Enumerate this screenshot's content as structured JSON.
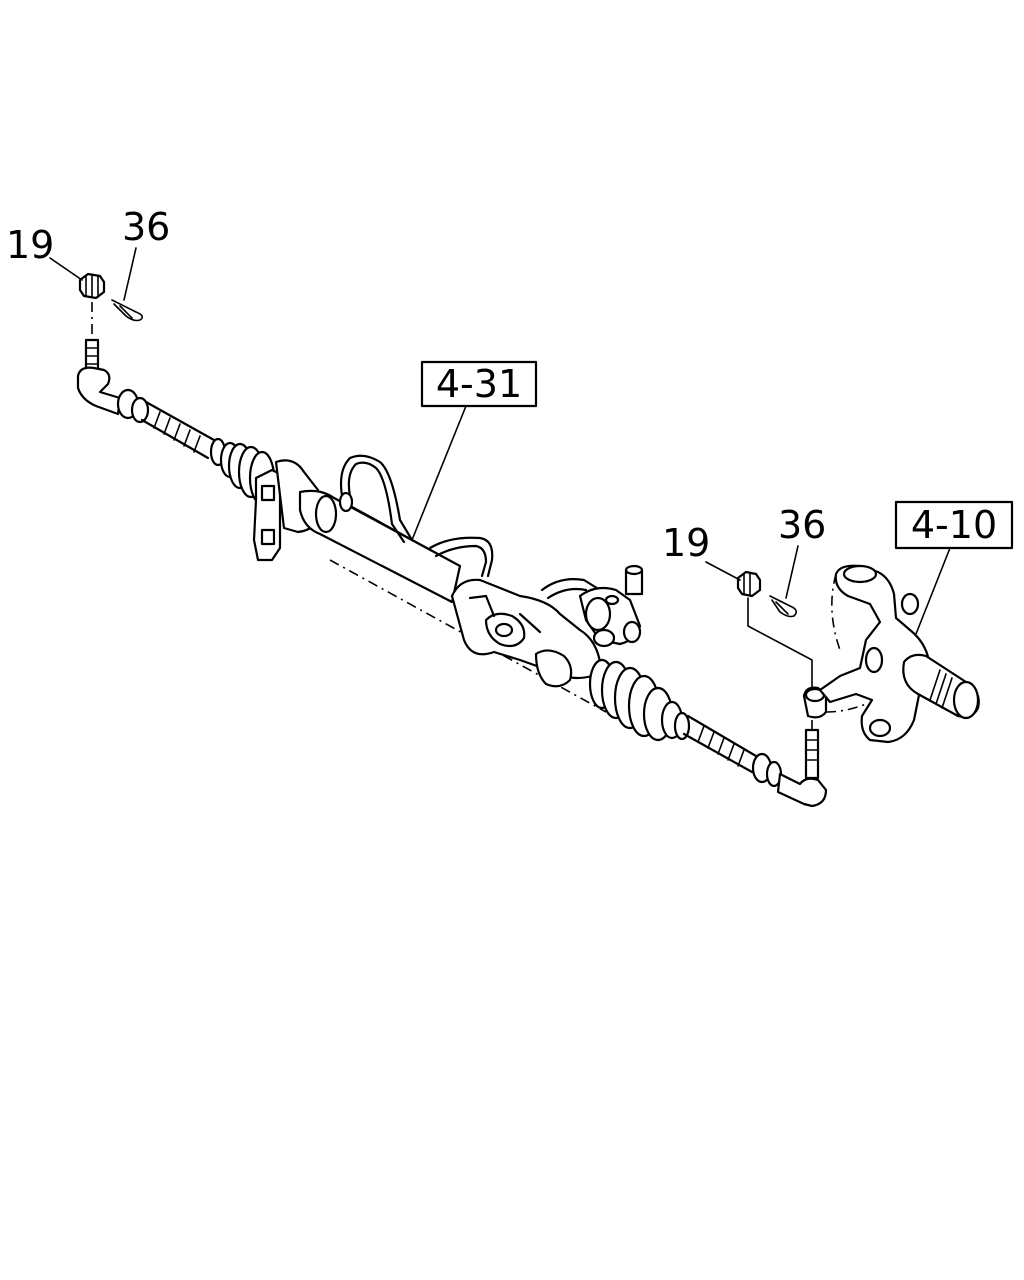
{
  "diagram": {
    "callouts": {
      "nut_left": "19",
      "pin_left": "36",
      "nut_right": "19",
      "pin_right": "36"
    },
    "references": {
      "steering_gear": "4-31",
      "knuckle": "4-10"
    },
    "colors": {
      "line": "#000000",
      "background": "#ffffff"
    }
  }
}
